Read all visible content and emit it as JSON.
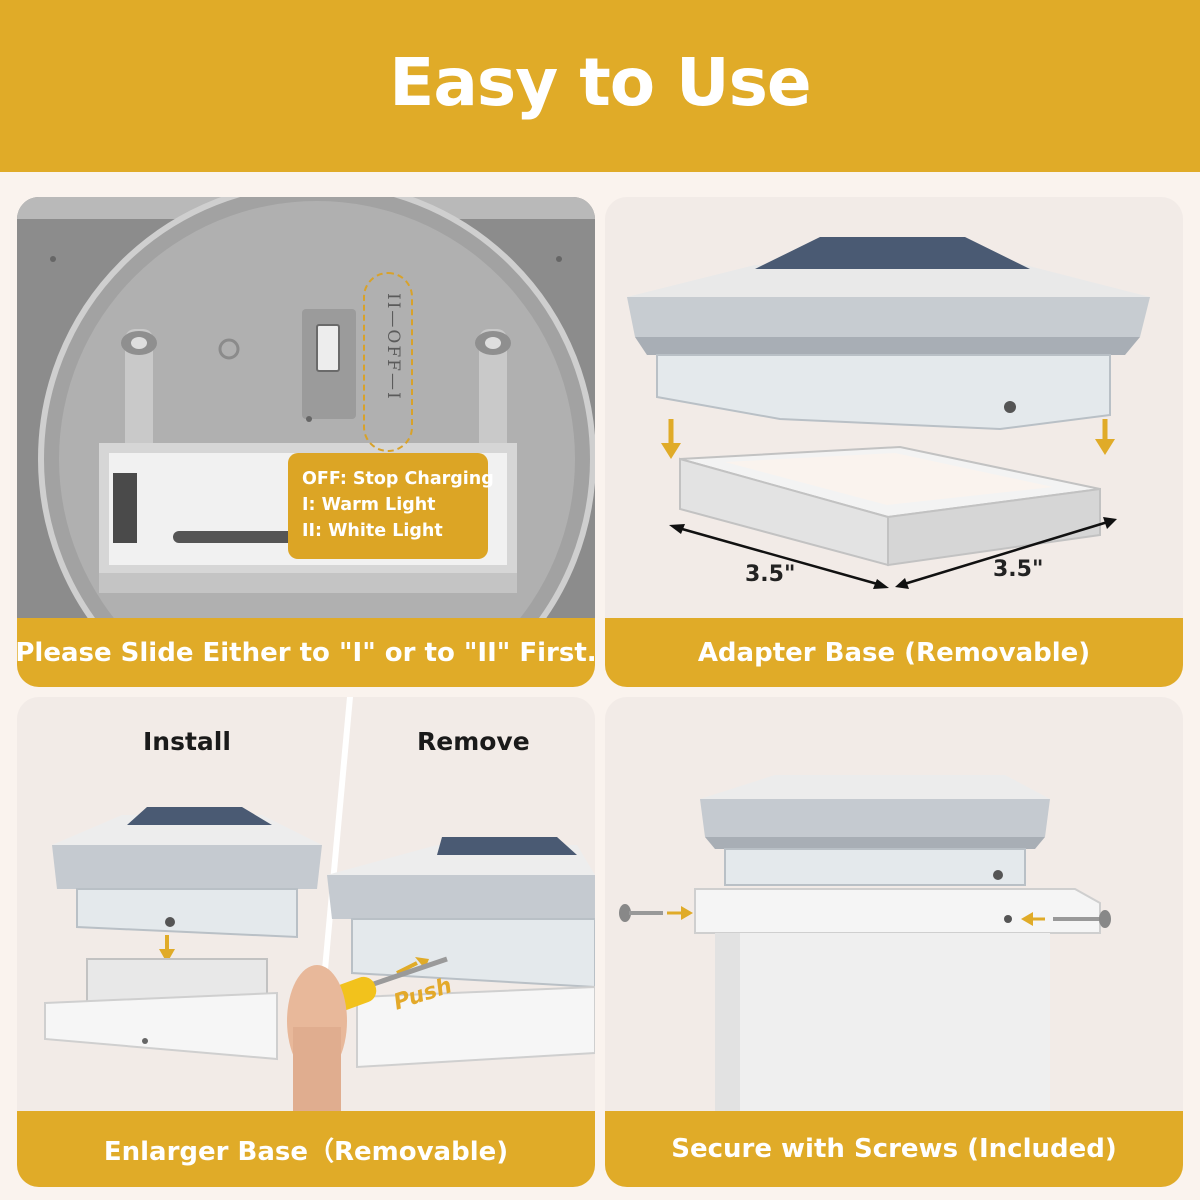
{
  "banner": {
    "title": "Easy to Use"
  },
  "switch_panel": {
    "switch_marking": "II—OFF—I",
    "callout_lines": [
      "OFF: Stop Charging",
      "I: Warm Light",
      "II: White Light"
    ],
    "caption": "Please Slide Either to \"I\" or to \"II\" First."
  },
  "adapter_panel": {
    "dimension_left": "3.5\"",
    "dimension_right": "3.5\"",
    "caption": "Adapter Base (Removable)"
  },
  "enlarger_panel": {
    "install_label": "Install",
    "remove_label": "Remove",
    "push_label": "Push",
    "caption": "Enlarger Base（Removable)"
  },
  "screws_panel": {
    "caption": "Secure with Screws (Included)"
  },
  "colors": {
    "accent": "#e0ab28",
    "background": "#faf3ee",
    "panel": "#f2ebe7"
  }
}
